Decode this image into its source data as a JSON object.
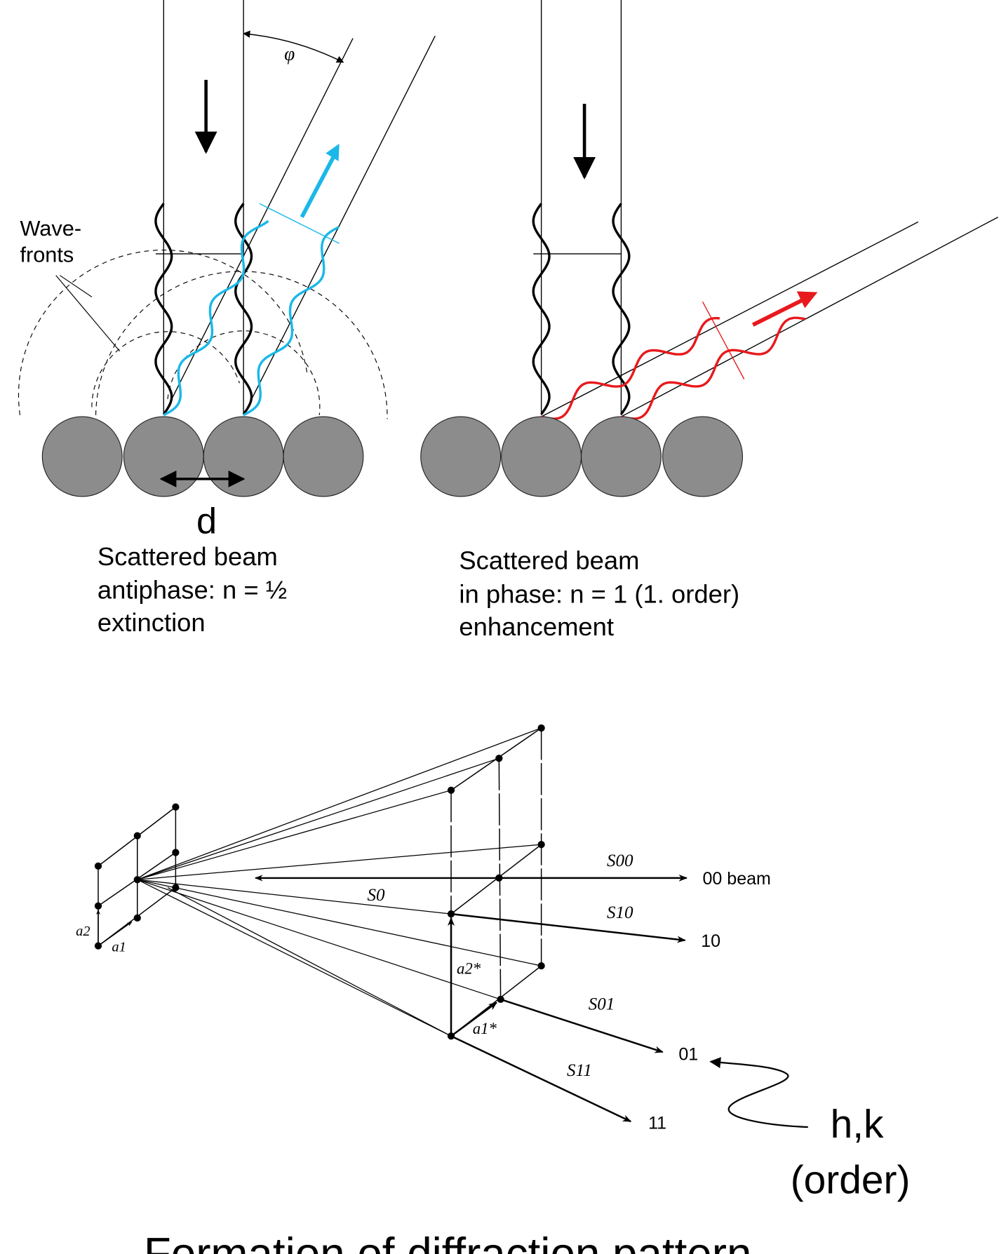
{
  "top_left": {
    "phi_label": "φ",
    "wavefronts_line1": "Wave-",
    "wavefronts_line2": "fronts",
    "spacing_label": "d",
    "caption": [
      "Scattered beam",
      "antiphase:   n = ½",
      "extinction"
    ]
  },
  "top_right": {
    "caption": [
      "Scattered beam",
      "in phase:   n = 1 (1. order)",
      "enhancement"
    ]
  },
  "bottom": {
    "labels": {
      "s00": "S00",
      "s0": "S0",
      "s10": "S10",
      "s01": "S01",
      "s11": "S11",
      "a1": "a1",
      "a2": "a2",
      "a1star": "a1*",
      "a2star": "a2*"
    },
    "beams": [
      "00 beam",
      "10",
      "01",
      "11"
    ],
    "hk_label": "h,k",
    "order_label": "(order)",
    "title": "Formation of diffraction pattern"
  },
  "colors": {
    "scattered_out_of_phase": "#1ab8e8",
    "scattered_in_phase": "#e8191c",
    "atom": "#8c8c8c"
  }
}
